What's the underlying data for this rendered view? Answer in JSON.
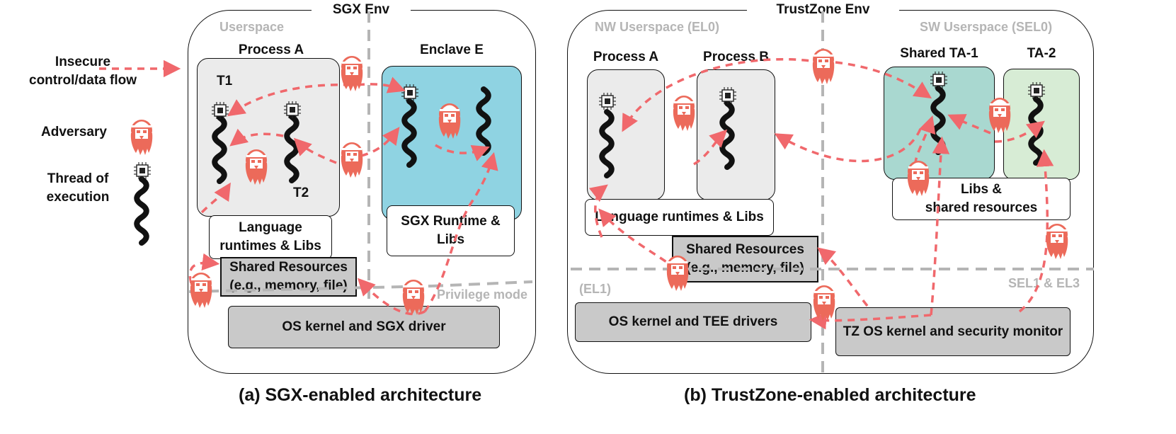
{
  "legend": {
    "flow_line1": "Insecure",
    "flow_line2": "control/data flow",
    "adversary": "Adversary",
    "thread_line1": "Thread of",
    "thread_line2": "execution"
  },
  "sgx": {
    "title": "SGX Env",
    "userspace": "Userspace",
    "process_a": "Process A",
    "t1": "T1",
    "t2": "T2",
    "enclave": "Enclave E",
    "lang_line1": "Language",
    "lang_line2": "runtimes & Libs",
    "sgx_runtime_line1": "SGX Runtime &",
    "sgx_runtime_line2": "Libs",
    "shared_line1": "Shared Resources",
    "shared_line2": "(e.g., memory, file)",
    "privilege": "Privilege mode",
    "kernel": "OS kernel and SGX driver",
    "caption": "(a) SGX-enabled architecture"
  },
  "tz": {
    "title": "TrustZone Env",
    "nw_userspace": "NW Userspace (EL0)",
    "sw_userspace": "SW Userspace (SEL0)",
    "process_a": "Process A",
    "process_b": "Process B",
    "shared_ta": "Shared TA-1",
    "ta2": "TA-2",
    "libs_line1": "Libs &",
    "libs_line2": "shared resources",
    "lang": "Language runtimes & Libs",
    "shared_line1": "Shared Resources",
    "shared_line2": "(e.g., memory, file)",
    "el1": "(EL1)",
    "sel": "SEL1 & EL3",
    "os_kernel": "OS kernel and TEE drivers",
    "tz_kernel": "TZ OS kernel and security monitor",
    "caption": "(b) TrustZone-enabled architecture"
  },
  "colors": {
    "flow": "#f0686c",
    "adversary": "#ec6a5a",
    "enclave": "#8fd3e2",
    "shared_ta": "#a9d8d0",
    "ta2": "#d7ecd5",
    "process": "#ebebeb",
    "resource": "#c9c9c9",
    "divider": "#b5b5b5"
  },
  "icons": [
    "adversary-icon",
    "thread-icon",
    "chip-icon",
    "dashed-arrow-icon"
  ]
}
